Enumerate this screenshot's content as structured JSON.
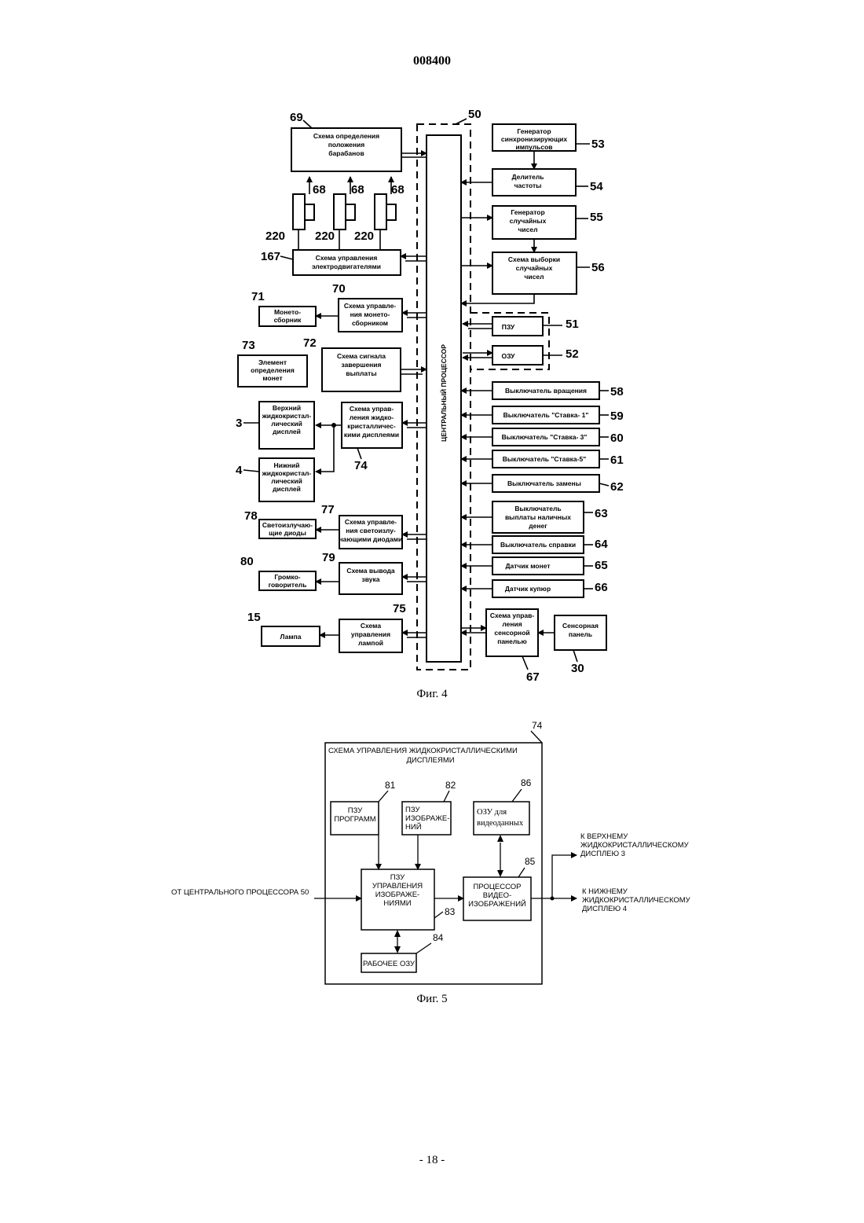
{
  "header": {
    "doc_number": "008400"
  },
  "footer": {
    "page_number": "- 18 -"
  },
  "fig4": {
    "caption": "Фиг. 4",
    "cpu": {
      "num": "50",
      "label": "ЦЕНТРАЛЬНЫЙ ПРОЦЕССОР"
    },
    "reel_pos": {
      "num": "69",
      "lines": [
        "Схема определения",
        "положения",
        "барабанов"
      ]
    },
    "motor_labels": {
      "sensor_num": "68",
      "motor_num": "220"
    },
    "motor_ctrl": {
      "num": "167",
      "lines": [
        "Схема управления",
        "электродвигателями"
      ]
    },
    "coin_box": {
      "num": "71",
      "lines": [
        "Монето-",
        "сборник"
      ]
    },
    "coin_box_ctrl": {
      "num": "70",
      "lines": [
        "Схема управле-",
        "ния монето-",
        "сборником"
      ]
    },
    "coin_detect": {
      "num": "73",
      "lines": [
        "Элемент",
        "определения",
        "монет"
      ]
    },
    "payout_signal": {
      "num": "72",
      "lines": [
        "Схема сигнала",
        "завершения",
        "выплаты"
      ]
    },
    "upper_lcd": {
      "num": "3",
      "lines": [
        "Верхний",
        "жидкокристал-",
        "лический",
        "дисплей"
      ]
    },
    "lower_lcd": {
      "num": "4",
      "lines": [
        "Нижний",
        "жидкокристал-",
        "лический",
        "дисплей"
      ]
    },
    "lcd_ctrl": {
      "num": "74",
      "lines": [
        "Схема управ-",
        "ления жидко-",
        "кристалличес-",
        "кими дисплеями"
      ]
    },
    "leds": {
      "num": "78",
      "lines": [
        "Светоизлучаю-",
        "щие диоды"
      ]
    },
    "led_ctrl": {
      "num": "77",
      "lines": [
        "Схема управле-",
        "ния светоизлу-",
        "чающими диодами"
      ]
    },
    "speaker": {
      "num": "80",
      "lines": [
        "Громко-",
        "говоритель"
      ]
    },
    "sound": {
      "num": "79",
      "lines": [
        "Схема вывода",
        "звука"
      ]
    },
    "lamp": {
      "num": "15",
      "lines": [
        "Лампа"
      ]
    },
    "lamp_ctrl": {
      "num": "75",
      "lines": [
        "Схема",
        "управления",
        "лампой"
      ]
    },
    "clock_gen": {
      "num": "53",
      "lines": [
        "Генератор",
        "синхронизирующих",
        "импульсов"
      ]
    },
    "divider": {
      "num": "54",
      "lines": [
        "Делитель",
        "частоты"
      ]
    },
    "rng": {
      "num": "55",
      "lines": [
        "Генератор",
        "случайных",
        "чисел"
      ]
    },
    "rng_sample": {
      "num": "56",
      "lines": [
        "Схема выборки",
        "случайных",
        "чисел"
      ]
    },
    "rom": {
      "num": "51",
      "label": "ПЗУ"
    },
    "ram": {
      "num": "52",
      "label": "ОЗУ"
    },
    "switches": [
      {
        "num": "58",
        "label": "Выключатель вращения"
      },
      {
        "num": "59",
        "label": "Выключатель \"Ставка- 1\""
      },
      {
        "num": "60",
        "label": "Выключатель \"Ставка- 3\""
      },
      {
        "num": "61",
        "label": "Выключатель \"Ставка-5\""
      },
      {
        "num": "62",
        "label": "Выключатель замены"
      },
      {
        "num": "63",
        "lines": [
          "Выключатель",
          "выплаты наличных",
          "денег"
        ]
      },
      {
        "num": "64",
        "label": "Выключатель справки"
      },
      {
        "num": "65",
        "label": "Датчик монет"
      },
      {
        "num": "66",
        "label": "Датчик купюр"
      }
    ],
    "touch_ctrl": {
      "num": "67",
      "lines": [
        "Схема управ-",
        "ления",
        "сенсорной",
        "панелью"
      ]
    },
    "touch_panel": {
      "num": "30",
      "lines": [
        "Сенсорная",
        "панель"
      ]
    }
  },
  "fig5": {
    "caption": "Фиг. 5",
    "outer": {
      "num": "74",
      "lines": [
        "СХЕМА УПРАВЛЕНИЯ ЖИДКОКРИСТАЛЛИЧЕСКИМИ",
        "ДИСПЛЕЯМИ"
      ]
    },
    "prog_rom": {
      "num": "81",
      "lines": [
        "ПЗУ",
        "ПРОГРАММ"
      ]
    },
    "img_rom": {
      "num": "82",
      "lines": [
        "ПЗУ",
        "ИЗОБРАЖЕ-",
        "НИЙ"
      ]
    },
    "vram": {
      "num": "86",
      "lines": [
        "ОЗУ для",
        "видеоданных"
      ]
    },
    "img_ctrl_rom": {
      "num": "83",
      "lines": [
        "ПЗУ",
        "УПРАВЛЕНИЯ",
        "ИЗОБРАЖЕ-",
        "НИЯМИ"
      ]
    },
    "vproc": {
      "num": "85",
      "lines": [
        "ПРОЦЕССОР",
        "ВИДЕО-",
        "ИЗОБРАЖЕНИЙ"
      ]
    },
    "work_ram": {
      "num": "84",
      "label": "РАБОЧЕЕ ОЗУ"
    },
    "input_label": "ОТ ЦЕНТРАЛЬНОГО ПРОЦЕССОРА 50",
    "out_upper": [
      "К ВЕРХНЕМУ",
      "ЖИДКОКРИСТАЛЛИЧЕСКОМУ",
      "ДИСПЛЕЮ 3"
    ],
    "out_lower": [
      "К НИЖНЕМУ",
      "ЖИДКОКРИСТАЛЛИЧЕСКОМУ",
      "ДИСПЛЕЮ 4"
    ]
  }
}
